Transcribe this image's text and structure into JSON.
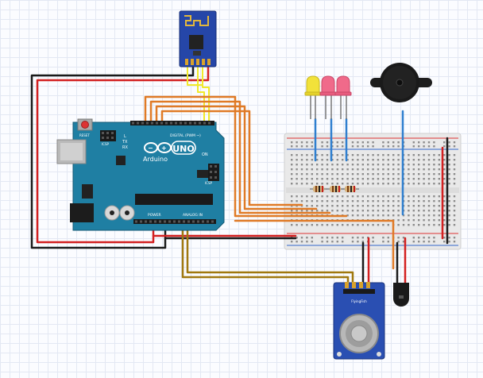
{
  "board": {
    "brand": "Arduino",
    "model": "UNO",
    "reset_label": "RESET",
    "icsp_label": "ICSP",
    "icsp2_label": "ICSP",
    "digital_label": "DIGITAL (PWM ~)",
    "on_label": "ON",
    "tx_label": "TX",
    "rx_label": "RX",
    "l_label": "L",
    "power_label": "POWER",
    "analog_label": "ANALOG IN"
  },
  "gas_sensor": {
    "brand": "FlyingFish"
  },
  "leds": [
    {
      "color": "#f2e23a"
    },
    {
      "color": "#f06a8a"
    },
    {
      "color": "#f06a8a"
    }
  ],
  "colors": {
    "arduino_blue": "#1f7fa3",
    "esp_blue": "#2546a8",
    "sensor_blue": "#2a4fb2",
    "wire_red": "#d32020",
    "wire_black": "#1a1a1a",
    "wire_yellow": "#f1ea2a",
    "wire_orange": "#e07a26",
    "wire_olive": "#a0780e",
    "wire_blue": "#2f7fcf"
  }
}
